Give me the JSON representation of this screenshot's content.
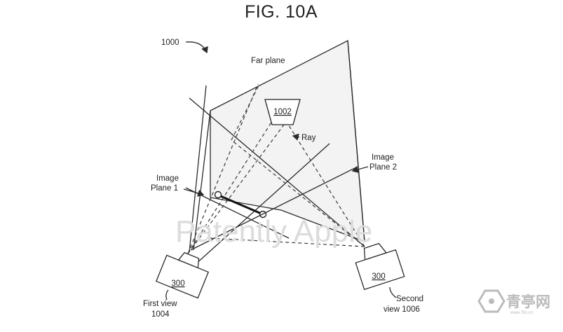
{
  "figure_title": "FIG. 10A",
  "labels": {
    "diagram_ref": "1000",
    "far_plane": "Far plane",
    "object_ref": "1002",
    "ray": "Ray",
    "image_plane_1_line1": "Image",
    "image_plane_1_line2": "Plane 1",
    "image_plane_2_line1": "Image",
    "image_plane_2_line2": "Plane 2",
    "camera_left_ref": "300",
    "camera_right_ref": "300",
    "first_view_line1": "First view",
    "first_view_line2": "1004",
    "second_view_line1": "Second",
    "second_view_line2": "view 1006"
  },
  "watermark": "Patently Apple",
  "logo": {
    "text": "青亭网",
    "sub": "www.7tin.cn"
  }
}
